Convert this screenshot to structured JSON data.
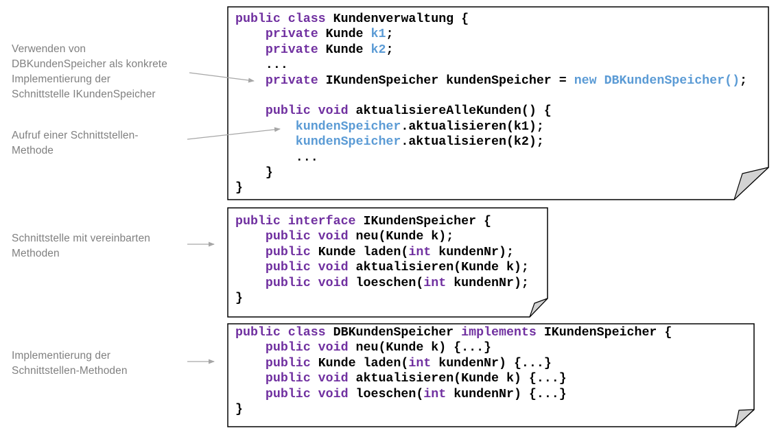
{
  "colors": {
    "keyword": "#7030A0",
    "type_blue": "#5B9BD5",
    "code_text": "#000000",
    "annotation_text": "#808080",
    "fold_fill": "#d2d2d2",
    "border": "#000000",
    "arrow": "#a6a6a6",
    "background": "#ffffff"
  },
  "annotations": [
    {
      "id": "verwenden-von-dbkundenspeicher",
      "lines": [
        "Verwenden von",
        "DBKundenSpeicher als konkrete",
        "Implementierung der",
        "Schnittstelle IKundenSpeicher"
      ]
    },
    {
      "id": "aufruf-schnittstellen-methode",
      "lines": [
        "Aufruf einer Schnittstellen-",
        "Methode"
      ]
    },
    {
      "id": "schnittstelle-vereinbarte-methoden",
      "lines": [
        "Schnittstelle mit vereinbarten",
        "Methoden"
      ]
    },
    {
      "id": "implementierung-schnittstellen-methoden",
      "lines": [
        "Implementierung der",
        "Schnittstellen-Methoden"
      ]
    }
  ],
  "code_boxes": [
    {
      "id": "kundenverwaltung-class",
      "lines": [
        [
          {
            "t": "public class",
            "c": "k"
          },
          {
            "t": " Kundenverwaltung {",
            "c": "p"
          }
        ],
        [
          {
            "t": "    ",
            "c": "p"
          },
          {
            "t": "private",
            "c": "k"
          },
          {
            "t": " Kunde ",
            "c": "p"
          },
          {
            "t": "k1",
            "c": "b"
          },
          {
            "t": ";",
            "c": "p"
          }
        ],
        [
          {
            "t": "    ",
            "c": "p"
          },
          {
            "t": "private",
            "c": "k"
          },
          {
            "t": " Kunde ",
            "c": "p"
          },
          {
            "t": "k2",
            "c": "b"
          },
          {
            "t": ";",
            "c": "p"
          }
        ],
        [
          {
            "t": "    ...",
            "c": "p"
          }
        ],
        [
          {
            "t": "    ",
            "c": "p"
          },
          {
            "t": "private",
            "c": "k"
          },
          {
            "t": " IKundenSpeicher kundenSpeicher = ",
            "c": "p"
          },
          {
            "t": "new DBKundenSpeicher()",
            "c": "b"
          },
          {
            "t": ";",
            "c": "p"
          }
        ],
        [],
        [
          {
            "t": "    ",
            "c": "p"
          },
          {
            "t": "public void",
            "c": "k"
          },
          {
            "t": " aktualisiereAlleKunden() {",
            "c": "p"
          }
        ],
        [
          {
            "t": "        ",
            "c": "p"
          },
          {
            "t": "kundenSpeicher",
            "c": "b"
          },
          {
            "t": ".aktualisieren(k1);",
            "c": "p"
          }
        ],
        [
          {
            "t": "        ",
            "c": "p"
          },
          {
            "t": "kundenSpeicher",
            "c": "b"
          },
          {
            "t": ".aktualisieren(k2);",
            "c": "p"
          }
        ],
        [
          {
            "t": "        ...",
            "c": "p"
          }
        ],
        [
          {
            "t": "    }",
            "c": "p"
          }
        ],
        [
          {
            "t": "}",
            "c": "p"
          }
        ]
      ]
    },
    {
      "id": "ikundenspeicher-interface",
      "lines": [
        [
          {
            "t": "public interface",
            "c": "k"
          },
          {
            "t": " IKundenSpeicher {",
            "c": "p"
          }
        ],
        [
          {
            "t": "    ",
            "c": "p"
          },
          {
            "t": "public void",
            "c": "k"
          },
          {
            "t": " neu(Kunde k);",
            "c": "p"
          }
        ],
        [
          {
            "t": "    ",
            "c": "p"
          },
          {
            "t": "public",
            "c": "k"
          },
          {
            "t": " Kunde laden(",
            "c": "p"
          },
          {
            "t": "int",
            "c": "k"
          },
          {
            "t": " kundenNr);",
            "c": "p"
          }
        ],
        [
          {
            "t": "    ",
            "c": "p"
          },
          {
            "t": "public void",
            "c": "k"
          },
          {
            "t": " aktualisieren(Kunde k);",
            "c": "p"
          }
        ],
        [
          {
            "t": "    ",
            "c": "p"
          },
          {
            "t": "public void",
            "c": "k"
          },
          {
            "t": " loeschen(",
            "c": "p"
          },
          {
            "t": "int",
            "c": "k"
          },
          {
            "t": " kundenNr);",
            "c": "p"
          }
        ],
        [
          {
            "t": "}",
            "c": "p"
          }
        ]
      ]
    },
    {
      "id": "dbkundenspeicher-class",
      "lines": [
        [
          {
            "t": "public class",
            "c": "k"
          },
          {
            "t": " DBKundenSpeicher ",
            "c": "p"
          },
          {
            "t": "implements",
            "c": "k"
          },
          {
            "t": " IKundenSpeicher {",
            "c": "p"
          }
        ],
        [
          {
            "t": "    ",
            "c": "p"
          },
          {
            "t": "public void",
            "c": "k"
          },
          {
            "t": " neu(Kunde k) {...}",
            "c": "p"
          }
        ],
        [
          {
            "t": "    ",
            "c": "p"
          },
          {
            "t": "public",
            "c": "k"
          },
          {
            "t": " Kunde laden(",
            "c": "p"
          },
          {
            "t": "int",
            "c": "k"
          },
          {
            "t": " kundenNr) {...}",
            "c": "p"
          }
        ],
        [
          {
            "t": "    ",
            "c": "p"
          },
          {
            "t": "public void",
            "c": "k"
          },
          {
            "t": " aktualisieren(Kunde k) {...}",
            "c": "p"
          }
        ],
        [
          {
            "t": "    ",
            "c": "p"
          },
          {
            "t": "public void",
            "c": "k"
          },
          {
            "t": " loeschen(",
            "c": "p"
          },
          {
            "t": "int",
            "c": "k"
          },
          {
            "t": " kundenNr) {...}",
            "c": "p"
          }
        ],
        [
          {
            "t": "}",
            "c": "p"
          }
        ]
      ]
    }
  ]
}
